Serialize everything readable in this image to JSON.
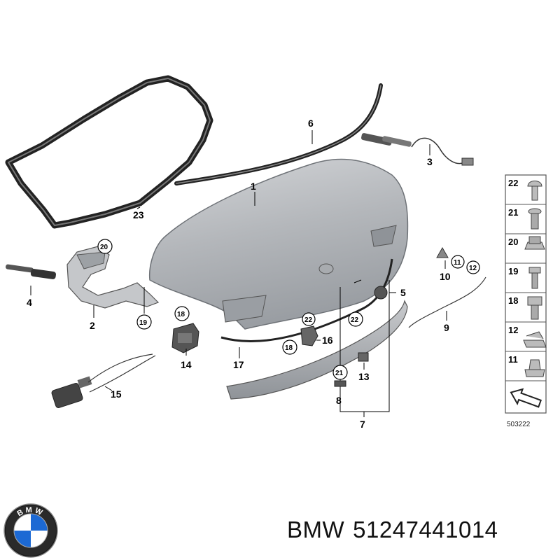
{
  "callouts": {
    "c1": "1",
    "c2": "2",
    "c3": "3",
    "c4": "4",
    "c5": "5",
    "c6": "6",
    "c7": "7",
    "c8": "8",
    "c9": "9",
    "c10": "10",
    "c13": "13",
    "c14": "14",
    "c15": "15",
    "c16": "16",
    "c17": "17",
    "c23": "23"
  },
  "circled": {
    "n20": "20",
    "n19": "19",
    "n18a": "18",
    "n18b": "18",
    "n22": "22",
    "n21": "21",
    "n11": "11",
    "n12": "12"
  },
  "legend": {
    "items": [
      "22",
      "21",
      "20",
      "19",
      "18",
      "12",
      "11"
    ],
    "reference": "503222"
  },
  "brand": {
    "logo_text": "BMW",
    "name": "BMW",
    "part_number": "51247441014"
  },
  "colors": {
    "panel": "#b9bcc1",
    "panel_dark": "#8e9297",
    "seal": "#2a2a2a",
    "legend_border": "#555555"
  }
}
